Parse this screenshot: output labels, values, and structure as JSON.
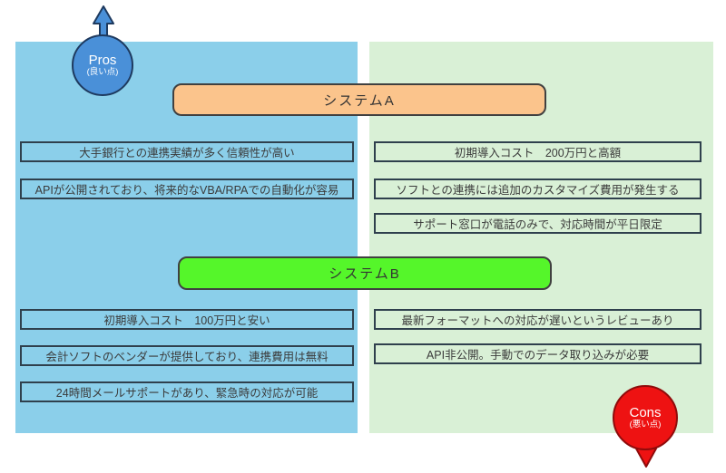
{
  "diagram": {
    "type": "pros-cons-comparison",
    "markers": {
      "pros": {
        "label": "Pros",
        "sublabel": "(良い点)"
      },
      "cons": {
        "label": "Cons",
        "sublabel": "(悪い点)"
      }
    },
    "sections": {
      "system_a": {
        "title": "システムA",
        "pros": [
          "大手銀行との連携実績が多く信頼性が高い",
          "APIが公開されており、将来的なVBA/RPAでの自動化が容易"
        ],
        "cons": [
          "初期導入コスト　200万円と高額",
          "ソフトとの連携には追加のカスタマイズ費用が発生する",
          "サポート窓口が電話のみで、対応時間が平日限定"
        ]
      },
      "system_b": {
        "title": "システムB",
        "pros": [
          "初期導入コスト　100万円と安い",
          "会計ソフトのベンダーが提供しており、連携費用は無料",
          "24時間メールサポートがあり、緊急時の対応が可能"
        ],
        "cons": [
          "最新フォーマットへの対応が遅いというレビューあり",
          "API非公開。手動でのデータ取り込みが必要"
        ]
      }
    },
    "colors": {
      "pros_panel": "#8BCFEA",
      "cons_panel": "#D9F0D6",
      "system_a_fill": "#FBC48C",
      "system_b_fill": "#55F62A",
      "pros_badge_fill": "#4A90D8",
      "pros_badge_border": "#1E3A5F",
      "cons_badge_fill": "#EE1212",
      "cons_badge_border": "#8F0B0B",
      "row_border": "#2F404D",
      "pill_border": "#404040"
    }
  }
}
